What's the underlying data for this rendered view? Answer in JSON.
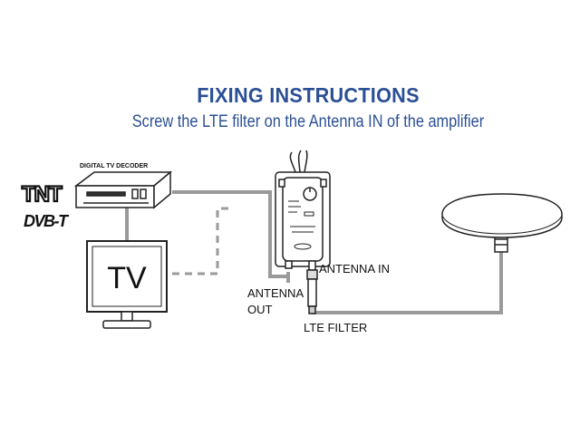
{
  "header": {
    "title": "FIXING INSTRUCTIONS",
    "subtitle": "Screw the LTE filter on the Antenna IN of the amplifier"
  },
  "logos": {
    "tnt": "TNT",
    "dvbt": "DVB-T"
  },
  "devices": {
    "decoder_label": "DIGITAL TV DECODER",
    "tv_label": "TV"
  },
  "labels": {
    "antenna_in": "ANTENNA IN",
    "antenna_out_line1": "ANTENNA",
    "antenna_out_line2": "OUT",
    "lte_filter": "LTE FILTER"
  },
  "colors": {
    "title": "#2b4f96",
    "cable": "#9a9a9a",
    "outline": "#222222"
  }
}
